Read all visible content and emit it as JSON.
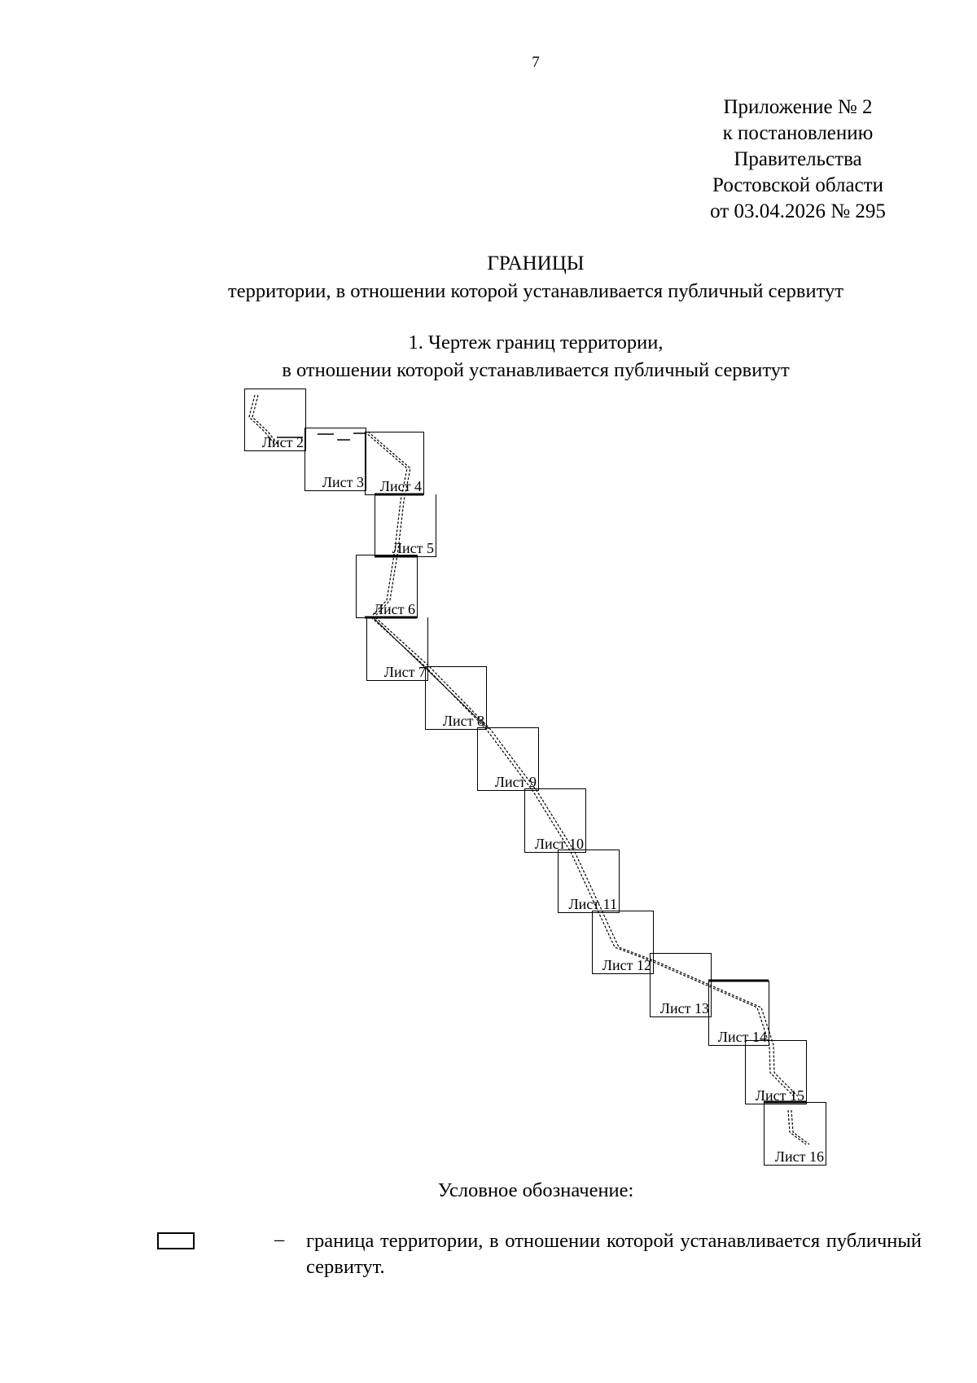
{
  "page": {
    "number": "7"
  },
  "appendix": {
    "line1": "Приложение № 2",
    "line2": "к постановлению",
    "line3": "Правительства",
    "line4": "Ростовской области",
    "line5": "от 03.04.2026 № 295"
  },
  "header": {
    "title": "ГРАНИЦЫ",
    "subtitle": "территории, в отношении которой устанавливается публичный сервитут"
  },
  "section": {
    "line1": "1. Чертеж границ территории,",
    "line2": "в отношении которой устанавливается публичный сервитут"
  },
  "map": {
    "sheets": [
      {
        "label": "Лист 2"
      },
      {
        "label": "Лист 3"
      },
      {
        "label": "Лист 4"
      },
      {
        "label": "Лист 5"
      },
      {
        "label": "Лист 6"
      },
      {
        "label": "Лист 7"
      },
      {
        "label": "Лист 8"
      },
      {
        "label": "Лист 9"
      },
      {
        "label": "Лист 10"
      },
      {
        "label": "Лист 11"
      },
      {
        "label": "Лист 12"
      },
      {
        "label": "Лист 13"
      },
      {
        "label": "Лист 14"
      },
      {
        "label": "Лист 15"
      },
      {
        "label": "Лист 16"
      }
    ]
  },
  "legend": {
    "heading": "Условное обозначение:",
    "items": [
      {
        "dash": "–",
        "text": "граница территории, в отношении которой устанавливается публичный сервитут."
      }
    ]
  }
}
